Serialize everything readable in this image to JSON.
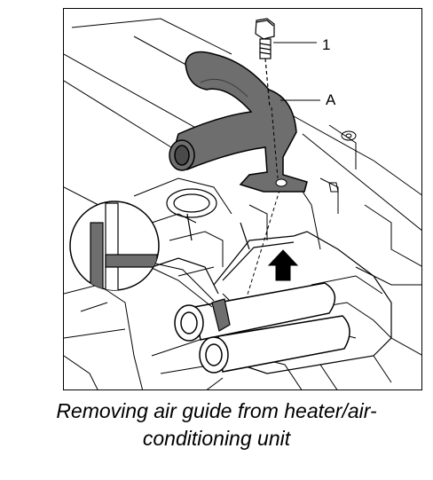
{
  "callouts": {
    "bolt": "1",
    "air_guide": "A"
  },
  "caption": {
    "line1": "Removing air guide from heater/air-",
    "line2": "conditioning unit"
  },
  "colors": {
    "line": "#000000",
    "part_fill": "#6e6e6e",
    "background": "#ffffff"
  },
  "icons": [
    "bolt-icon",
    "arrow-up-icon",
    "detail-magnifier-icon"
  ]
}
